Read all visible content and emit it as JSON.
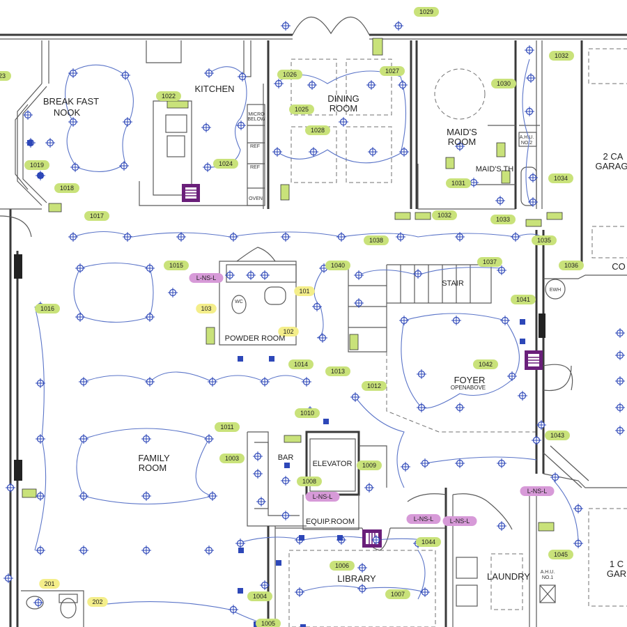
{
  "rooms": {
    "break_fast_nook_1": "BREAK FAST",
    "break_fast_nook_2": "NOOK",
    "kitchen": "KITCHEN",
    "dining_1": "DINING",
    "dining_2": "ROOM",
    "maids_room_1": "MAID'S",
    "maids_room_2": "ROOM",
    "maids_bath": "MAID'S TH",
    "garage_2_1": "2 CA",
    "garage_2_2": "GARAG",
    "stair": "STAIR",
    "powder_room": "POWDER ROOM",
    "family_1": "FAMILY",
    "family_2": "ROOM",
    "bar": "BAR",
    "elevator": "ELEVATOR",
    "equip_room": "EQUIP.ROOM",
    "foyer": "FOYER",
    "open_above": "OPENABOVE",
    "library": "LIBRARY",
    "laundry": "LAUNDRY",
    "garage_1_1": "1 C",
    "garage_1_2": "GAR",
    "co": "CO",
    "ahu2_1": "A.H.U.",
    "ahu2_2": "NO.2",
    "ahu1_1": "A.H.U.",
    "ahu1_2": "NO.1",
    "ewh": "EWH",
    "micro_1": "MICRO",
    "micro_2": "BELOW",
    "ref_1": "REF",
    "ref_2": "REF",
    "oven": "OVEN",
    "wc": "WC"
  },
  "tags": {
    "t1029": "1029",
    "t1032a": "1032",
    "t1026": "1026",
    "t1027": "1027",
    "t1030": "1030",
    "t1022": "1022",
    "t1025": "1025",
    "t1028": "1028",
    "t1024": "1024",
    "t1019": "1019",
    "t1018": "1018",
    "t1017": "1017",
    "t1031": "1031",
    "t1034": "1034",
    "t1032b": "1032",
    "t1033": "1033",
    "t1038": "1038",
    "t1035": "1035",
    "t1015": "1015",
    "t1040": "1040",
    "t1037": "1037",
    "t1036": "1036",
    "t1016": "1016",
    "t1041": "1041",
    "t1014": "1014",
    "t1013": "1013",
    "t1042": "1042",
    "t1012": "1012",
    "t1010": "1010",
    "t1011": "1011",
    "t1043": "1043",
    "t1003": "1003",
    "t1009": "1009",
    "t1008": "1008",
    "t1044": "1044",
    "t1045": "1045",
    "t1006": "1006",
    "t1004": "1004",
    "t1007": "1007",
    "t1005": "1005",
    "t23": "23",
    "y101": "101",
    "y103": "103",
    "y102": "102",
    "y201": "201",
    "y202": "202",
    "p1": "L-NS-L",
    "p2": "L-NS-L",
    "p3": "L-NS-L",
    "p4": "L-NS-L",
    "p5": "L-NS-L"
  },
  "colors": {
    "tag_green": "#c9e27a",
    "tag_yellow": "#f4ee8a",
    "tag_pink": "#d79ad8",
    "fixture_blue": "#2d47b8",
    "wire_blue": "#5a74c8",
    "panel_purple": "#6a1f7a"
  }
}
